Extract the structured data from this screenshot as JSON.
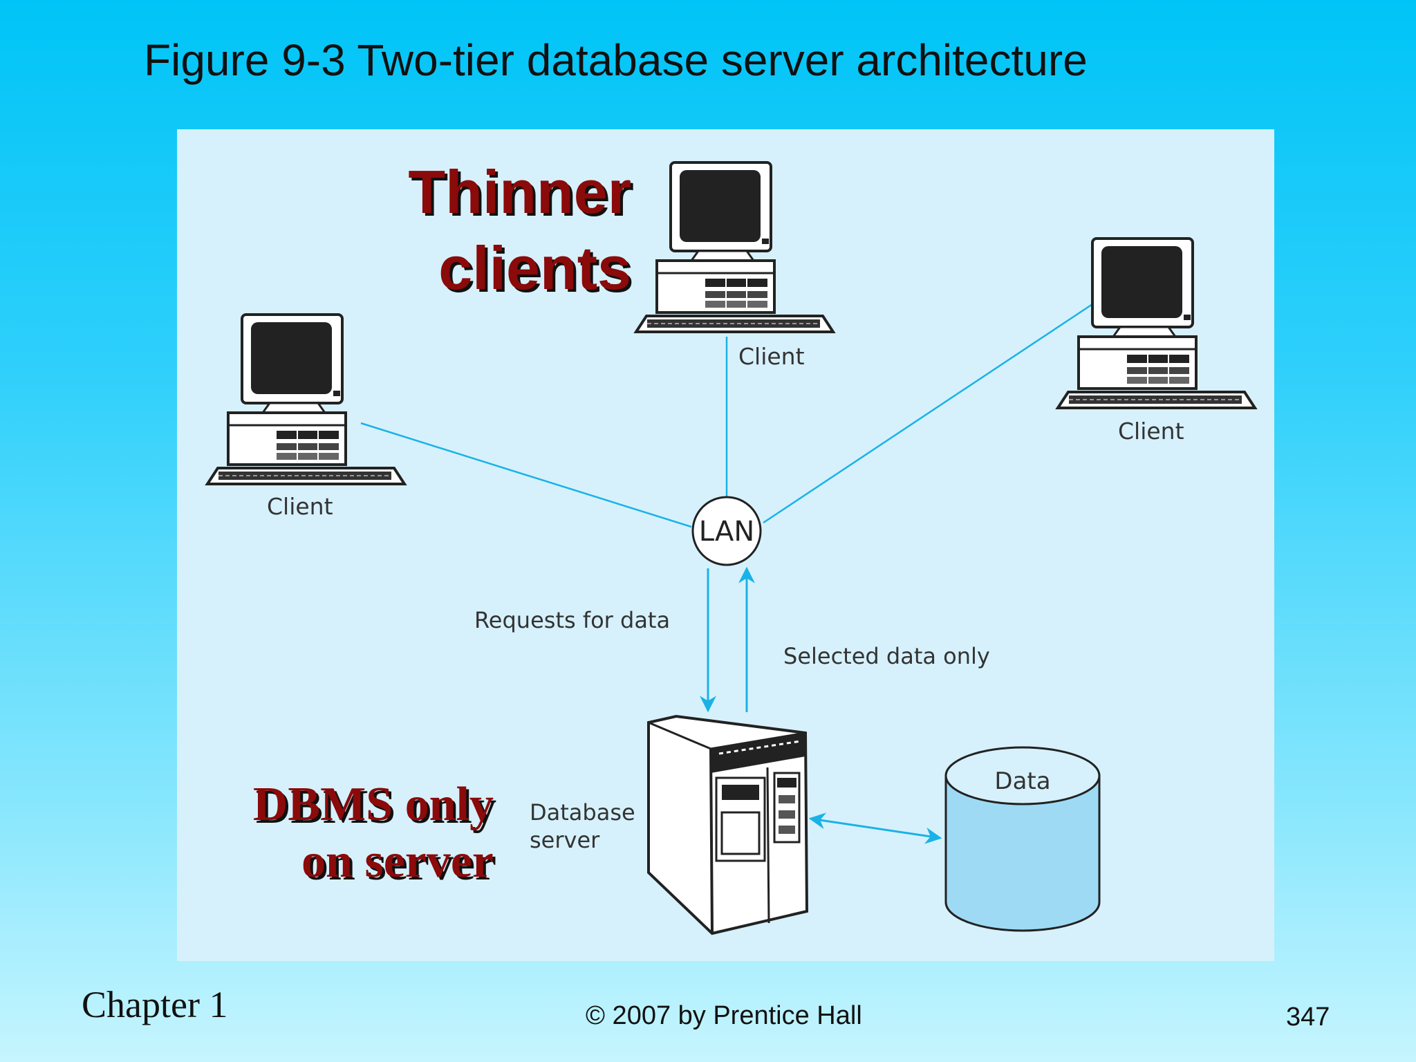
{
  "slide": {
    "title": "Figure 9-3 Two-tier database server architecture",
    "footer_left": "Chapter 1",
    "footer_center": "© 2007 by Prentice Hall",
    "footer_right": "347"
  },
  "diagram": {
    "client_label": "Client",
    "hub_label": "LAN",
    "request_label": "Requests for data",
    "response_label": "Selected data only",
    "server_label_line1": "Database",
    "server_label_line2": "server",
    "store_label": "Data",
    "callout_clients_line1": "Thinner",
    "callout_clients_line2": "clients",
    "callout_server_line1": "DBMS only",
    "callout_server_line2": "on server"
  },
  "colors": {
    "background_top": "#00c4f7",
    "panel": "#d6f1fc",
    "link_line": "#1ab2e6",
    "callout_text": "#8b0a0a",
    "data_cylinder": "#9fdaf5"
  }
}
